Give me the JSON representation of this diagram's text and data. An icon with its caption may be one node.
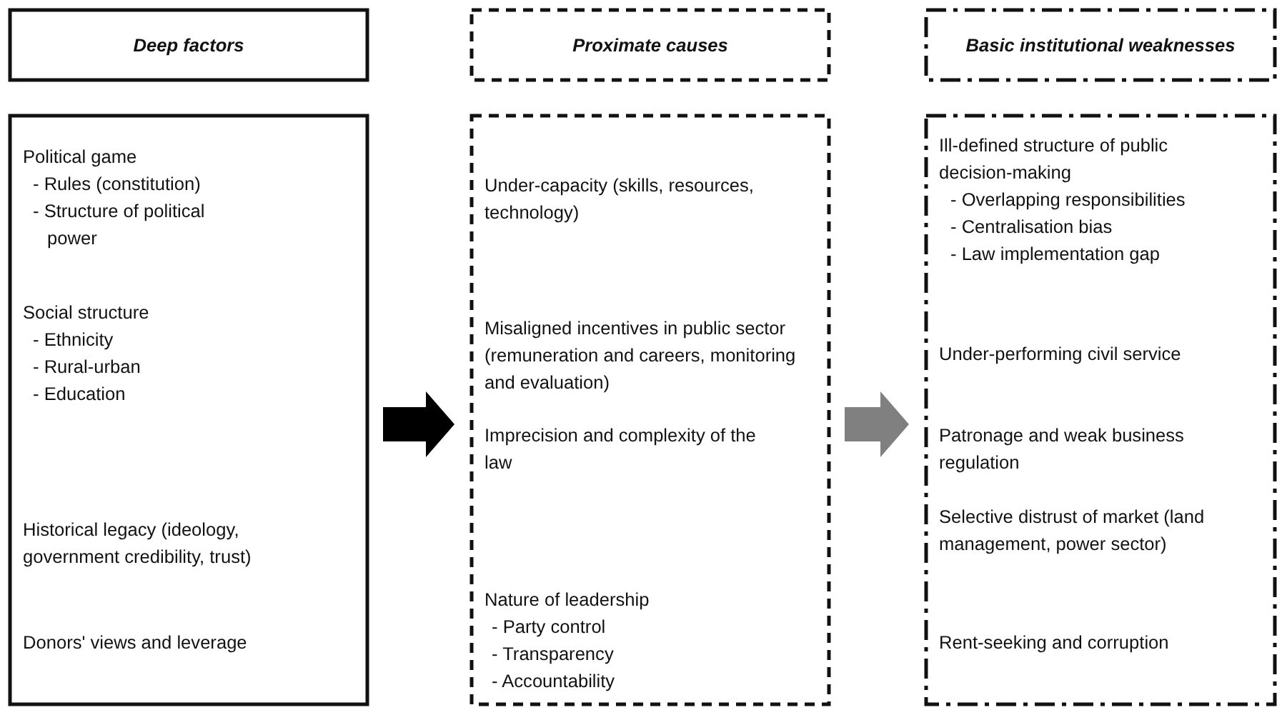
{
  "diagram": {
    "nodes": [
      {
        "text": [
          "Deep factors"
        ]
      },
      {
        "text": [
          "Proximate causes"
        ]
      },
      {
        "text": [
          "Basic institutional weaknesses"
        ]
      },
      {
        "text": [
          "Political game",
          "- Rules (constitution)",
          "- Structure of political power",
          "Social structure",
          "- Ethnicity",
          "- Rural-urban",
          "- Education",
          "Historical legacy (ideology, government credibility, trust)",
          "Donors' views and leverage"
        ]
      },
      {
        "text": [
          "Under-capacity (skills, resources, technology)",
          "Misaligned incentives in public sector (remuneration and careers, monitoring and evaluation)",
          "Imprecision and complexity of the law",
          "Nature of leadership",
          "- Party control",
          "- Transparency",
          "- Accountability"
        ]
      },
      {
        "text": [
          "Ill-defined structure of public decision-making",
          "- Overlapping responsibilities",
          "- Centralisation bias",
          "- Law implementation gap",
          "Under-performing civil service",
          "Patronage and weak business regulation",
          "Selective distrust of market (land management, power sector)",
          "Rent-seeking and corruption"
        ]
      }
    ],
    "edges": [
      {
        "from": 3,
        "to": 4,
        "arrow": "to"
      },
      {
        "from": 4,
        "to": 5,
        "arrow": "to",
        "color": "#808080"
      }
    ]
  }
}
